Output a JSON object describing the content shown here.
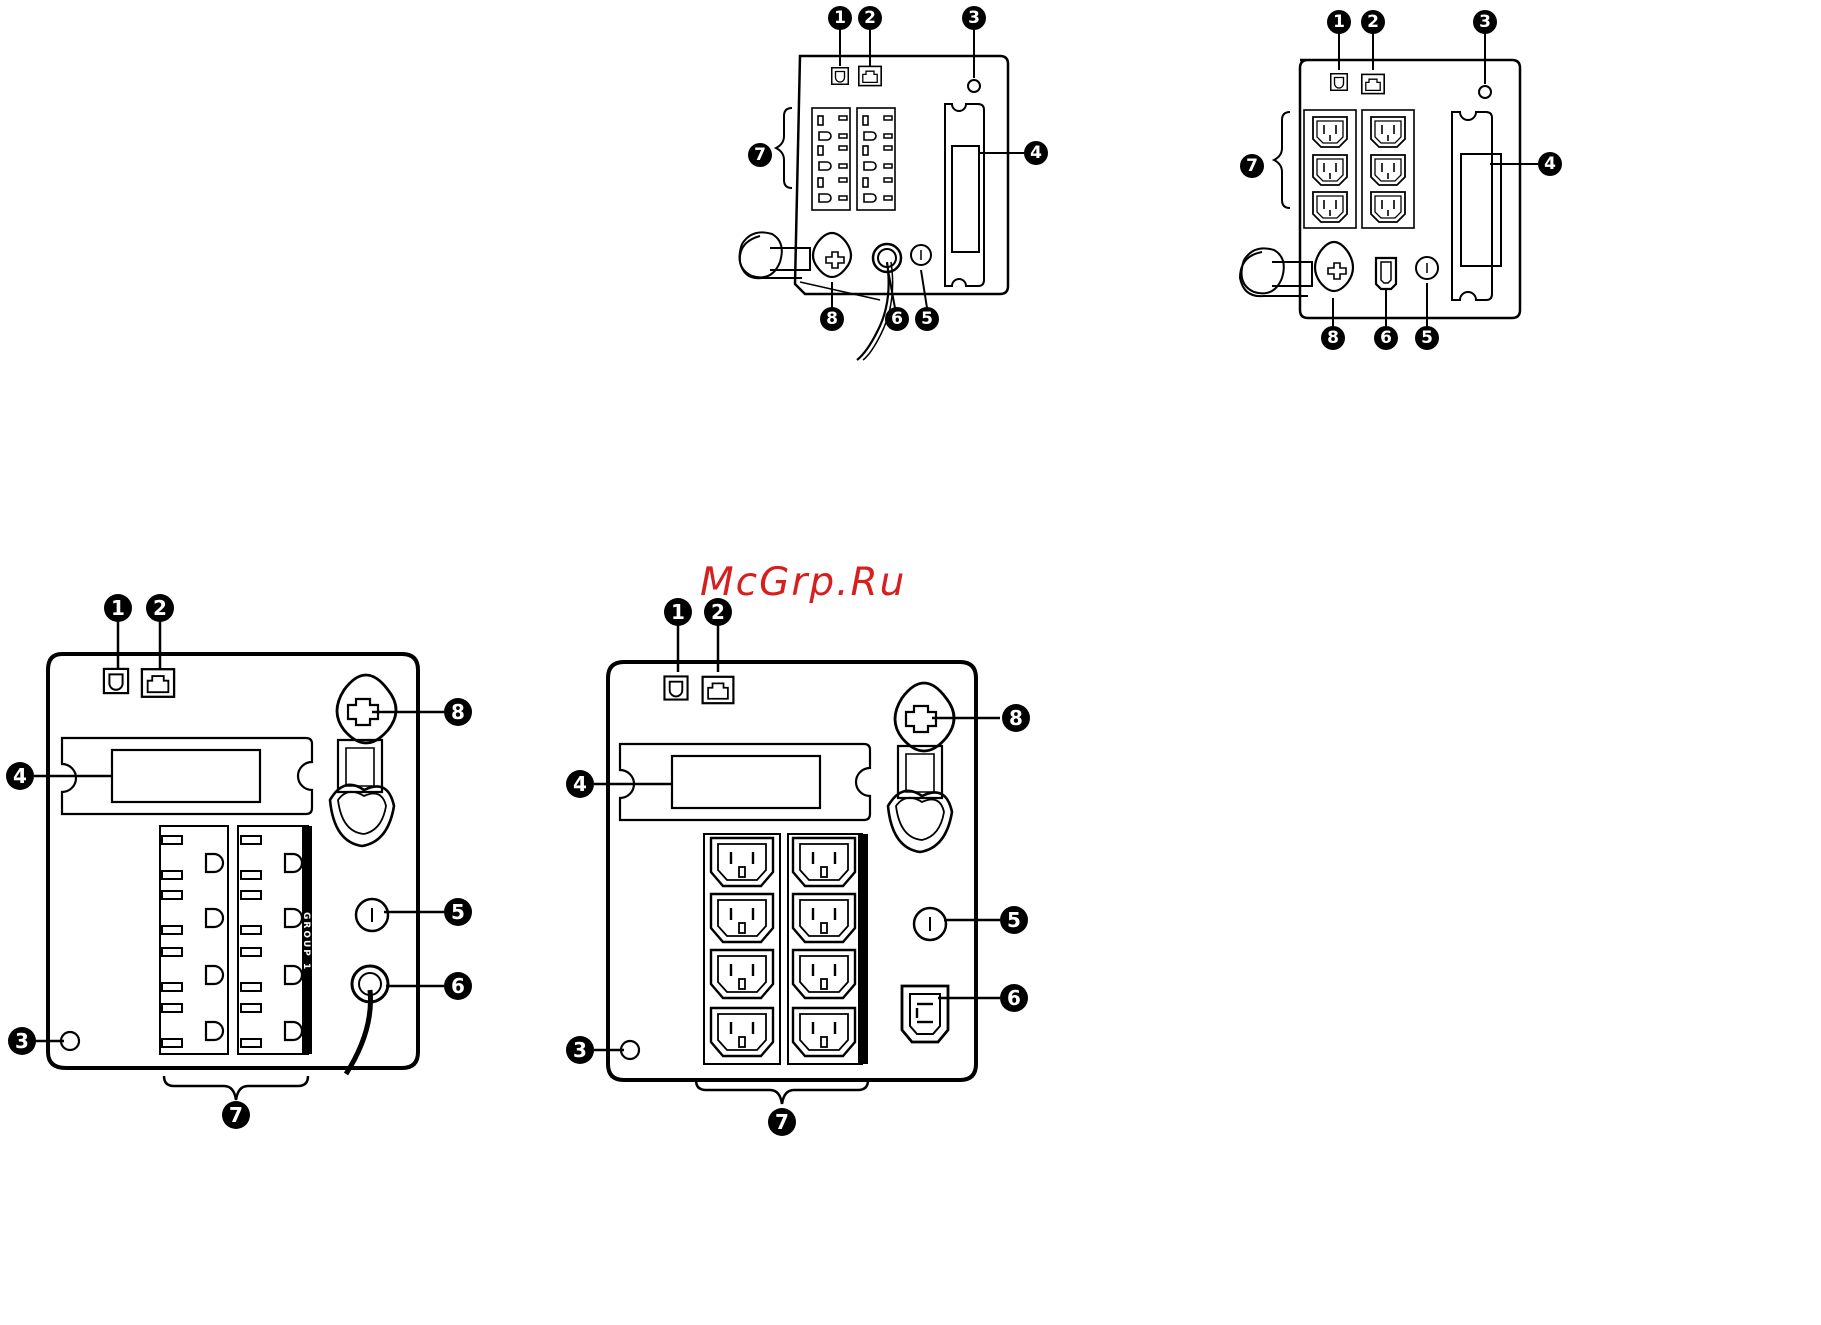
{
  "watermark": "McGrp.Ru",
  "callouts": [
    "1",
    "2",
    "3",
    "4",
    "5",
    "6",
    "7",
    "8"
  ],
  "panel_d_group_label": "GROUP 1"
}
